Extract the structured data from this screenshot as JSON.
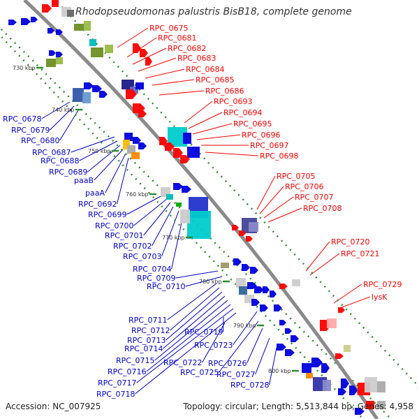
{
  "title": "Rhodopseudomonas palustris BisB18, complete genome",
  "footer": {
    "accession": "Accession: NC_007925",
    "summary": "Topology: circular; Length: 5,513,844 bp; Genes: 4,958"
  },
  "colors": {
    "backbone": "#8a8a8a",
    "tick": "#2e8b2e",
    "right_label": "#ff0000",
    "left_label": "#0000cc"
  },
  "ticks": [
    "730 kbp",
    "740 kbp",
    "750 kbp",
    "760 kbp",
    "770 kbp",
    "780 kbp",
    "790 kbp",
    "800 kbp"
  ],
  "right_labels": [
    "RPC_0675",
    "RPC_0681",
    "RPC_0682",
    "RPC_0683",
    "RPC_0684",
    "RPC_0685",
    "RPC_0686",
    "RPC_0693",
    "RPC_0694",
    "RPC_0695",
    "RPC_0696",
    "RPC_0697",
    "RPC_0698",
    "RPC_0705",
    "RPC_0706",
    "RPC_0707",
    "RPC_0708",
    "RPC_0720",
    "RPC_0721",
    "RPC_0729",
    "lysK"
  ],
  "left_labels": [
    "RPC_0678",
    "RPC_0679",
    "RPC_0680",
    "RPC_0687",
    "RPC_0688",
    "RPC_0689",
    "paaB",
    "paaA",
    "RPC_0692",
    "RPC_0699",
    "RPC_0700",
    "RPC_0701",
    "RPC_0702",
    "RPC_0703",
    "RPC_0704",
    "RPC_0709",
    "RPC_0710",
    "RPC_0711",
    "RPC_0712",
    "RPC_0713",
    "RPC_0714",
    "RPC_0715",
    "RPC_0716",
    "RPC_0717",
    "RPC_0718",
    "RPC_0719",
    "RPC_0722",
    "RPC_0723",
    "RPC_0725",
    "RPC_0726",
    "RPC_0727",
    "RPC_0728"
  ]
}
